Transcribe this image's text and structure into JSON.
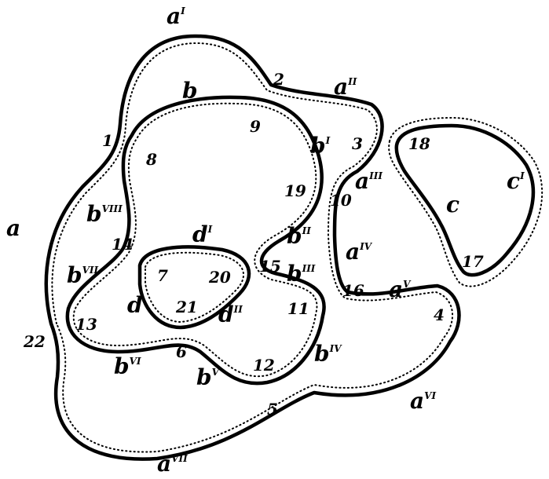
{
  "figure": {
    "regions": [
      {
        "label": "a",
        "sup": "",
        "kind": "letter"
      },
      {
        "label": "a",
        "sup": "I",
        "kind": "letter"
      },
      {
        "label": "a",
        "sup": "II",
        "kind": "letter"
      },
      {
        "label": "a",
        "sup": "III",
        "kind": "letter"
      },
      {
        "label": "a",
        "sup": "IV",
        "kind": "letter"
      },
      {
        "label": "a",
        "sup": "V",
        "kind": "letter"
      },
      {
        "label": "a",
        "sup": "VI",
        "kind": "letter"
      },
      {
        "label": "a",
        "sup": "VII",
        "kind": "letter"
      },
      {
        "label": "b",
        "sup": "",
        "kind": "letter"
      },
      {
        "label": "b",
        "sup": "I",
        "kind": "letter"
      },
      {
        "label": "b",
        "sup": "II",
        "kind": "letter"
      },
      {
        "label": "b",
        "sup": "III",
        "kind": "letter"
      },
      {
        "label": "b",
        "sup": "IV",
        "kind": "letter"
      },
      {
        "label": "b",
        "sup": "V",
        "kind": "letter"
      },
      {
        "label": "b",
        "sup": "VI",
        "kind": "letter"
      },
      {
        "label": "b",
        "sup": "VII",
        "kind": "letter"
      },
      {
        "label": "b",
        "sup": "VIII",
        "kind": "letter"
      },
      {
        "label": "c",
        "sup": "",
        "kind": "letter"
      },
      {
        "label": "c",
        "sup": "I",
        "kind": "letter"
      },
      {
        "label": "d",
        "sup": "",
        "kind": "letter"
      },
      {
        "label": "d",
        "sup": "I",
        "kind": "letter"
      },
      {
        "label": "d",
        "sup": "II",
        "kind": "letter"
      }
    ],
    "numbers": [
      "1",
      "2",
      "3",
      "4",
      "5",
      "6",
      "7",
      "8",
      "9",
      "10",
      "11",
      "12",
      "13",
      "14",
      "15",
      "16",
      "17",
      "18",
      "19",
      "20",
      "21",
      "22"
    ]
  }
}
